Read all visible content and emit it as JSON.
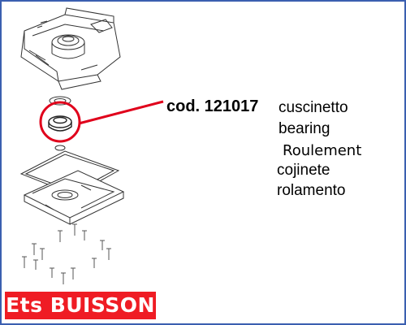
{
  "part": {
    "code": "cod. 121017",
    "translations": [
      "cuscinetto",
      "bearing",
      "Roulement",
      "cojinete",
      "rolamento"
    ]
  },
  "brand": {
    "name": "Ets BUISSON"
  },
  "colors": {
    "frame": "#3b5fb0",
    "highlight": "#e0001b",
    "brand_bg": "#ef1c24",
    "brand_text": "#ffffff"
  }
}
